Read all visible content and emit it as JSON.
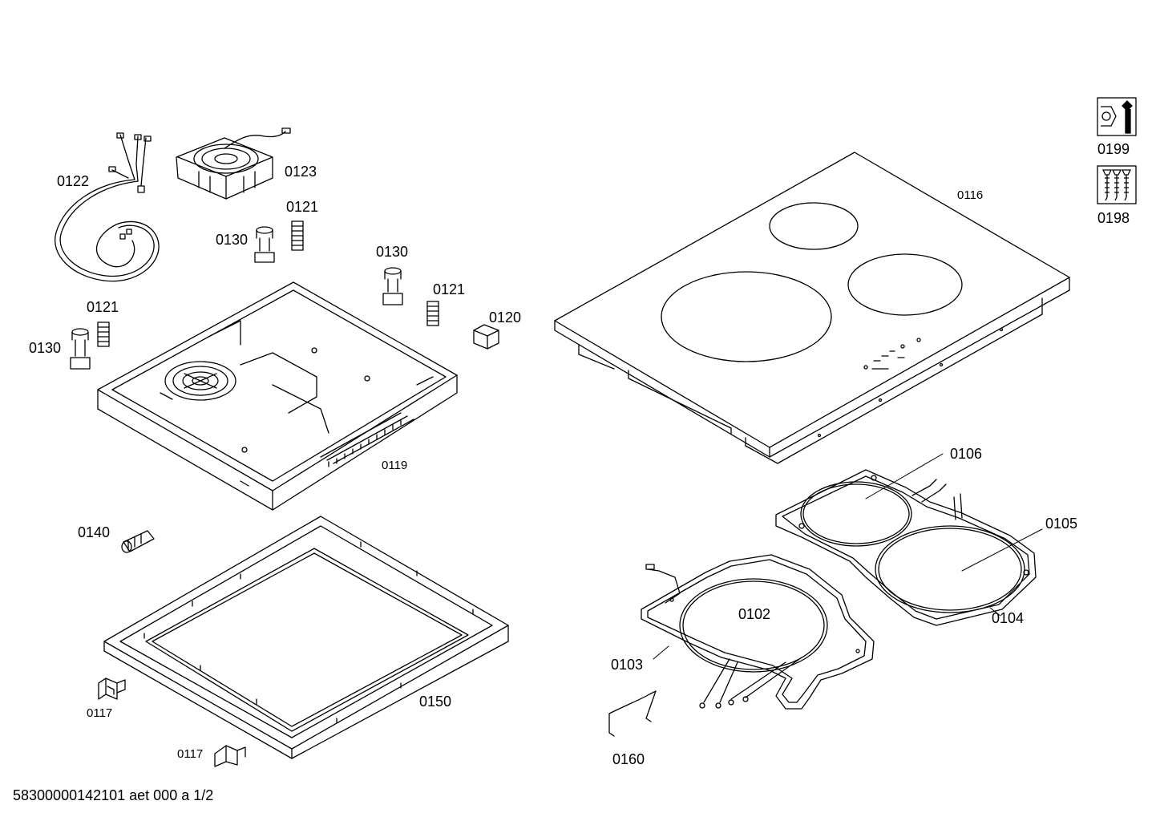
{
  "labels": {
    "p0122": "0122",
    "p0123": "0123",
    "p0121a": "0121",
    "p0130a": "0130",
    "p0130b": "0130",
    "p0121b": "0121",
    "p0120": "0120",
    "p0121c": "0121",
    "p0130c": "0130",
    "p0119": "0119",
    "p0140": "0140",
    "p0150": "0150",
    "p0117a": "0117",
    "p0117b": "0117",
    "p0116": "0116",
    "p0106": "0106",
    "p0105": "0105",
    "p0104": "0104",
    "p0102": "0102",
    "p0103": "0103",
    "p0160": "0160",
    "p0199": "0199",
    "p0198": "0198"
  },
  "footer": "58300000142101 aet 000 a 1/2",
  "icons": {
    "tool": "wrench-nut-icon",
    "screws": "screws-icon"
  }
}
